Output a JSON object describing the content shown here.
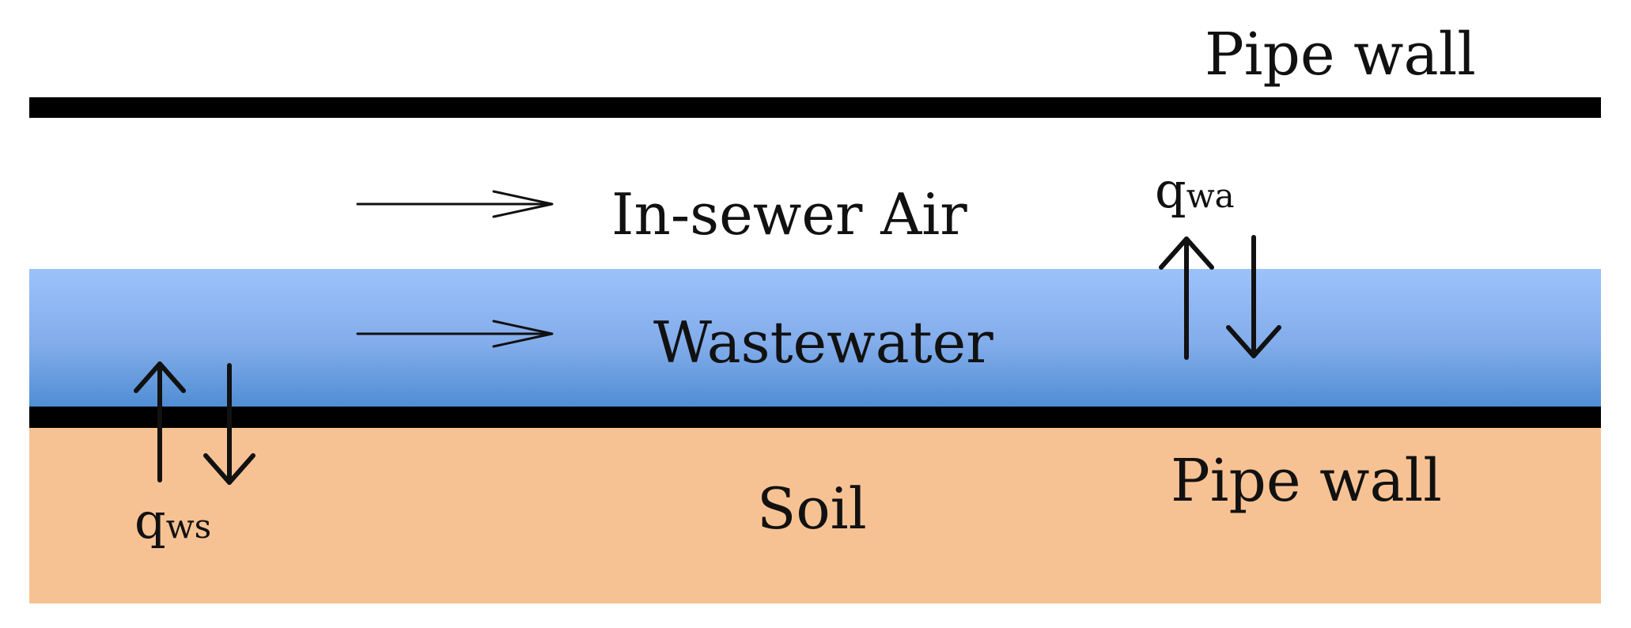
{
  "labels": {
    "top_wall": "Pipe wall",
    "bottom_wall": "Pipe wall",
    "air": "In-sewer Air",
    "water": "Wastewater",
    "soil": "Soil",
    "q_wa_base": "q",
    "q_wa_sub": "wa",
    "q_ws_base": "q",
    "q_ws_sub": "ws"
  },
  "colors": {
    "wall": "#000000",
    "water_top": "#9cc2fb",
    "water_bottom": "#4f8dd4",
    "soil": "#f7c293",
    "text": "#111111"
  }
}
